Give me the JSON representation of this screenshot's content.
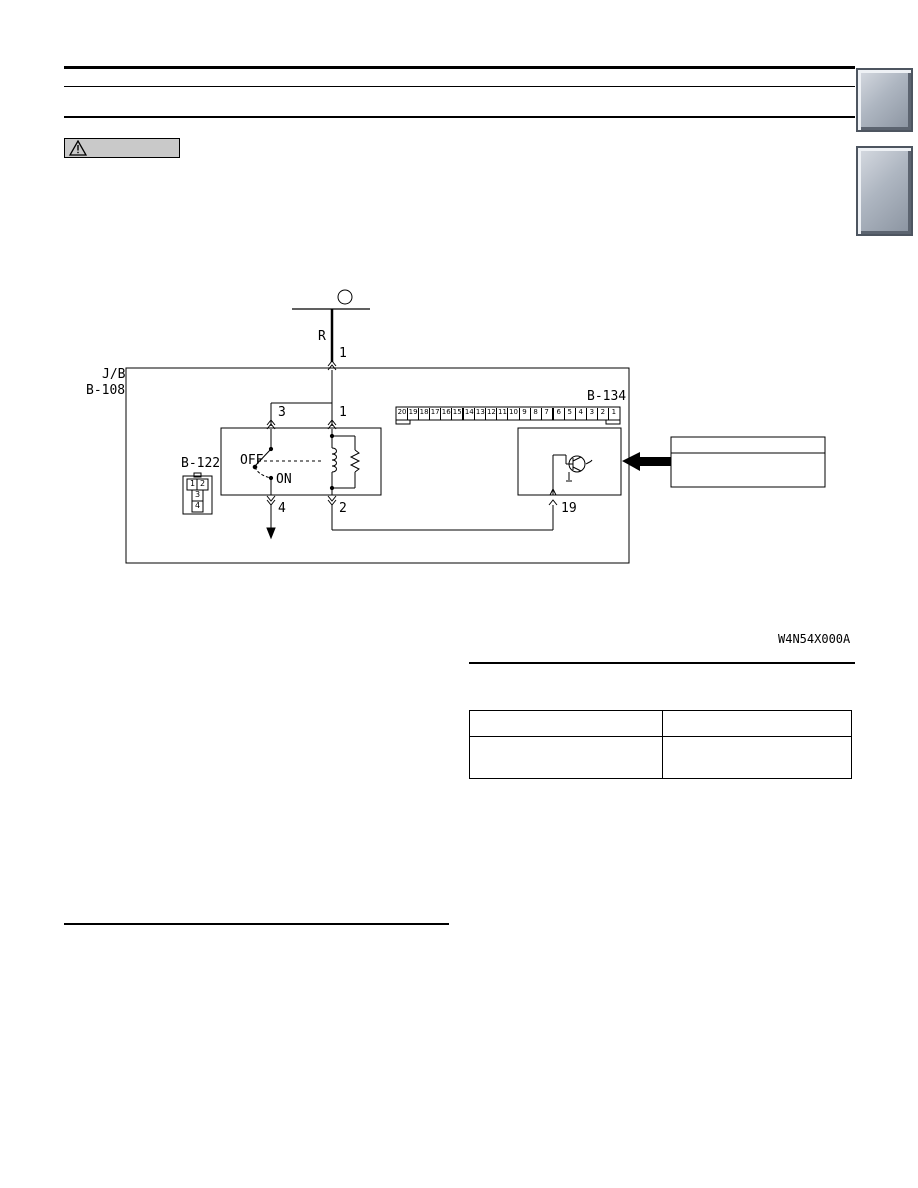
{
  "page": {
    "caution_label": "",
    "section_title_right": "",
    "section_title_left": ""
  },
  "diagram": {
    "power_source_label": "",
    "wire_color": "R",
    "pin_power_in": "1",
    "junction_block": "J/B",
    "junction_block_connector": "B-108",
    "relay_connector": "B-122",
    "relay_pin_3": "3",
    "relay_pin_1": "1",
    "relay_pin_4": "4",
    "relay_pin_2": "2",
    "switch_off": "OFF",
    "switch_on": "ON",
    "ecu_connector": "B-134",
    "ecu_pin": "19",
    "ecu_connector_pins": [
      "20",
      "19",
      "18",
      "17",
      "16",
      "15",
      "14",
      "13",
      "12",
      "11",
      "10",
      "9",
      "8",
      "7",
      "6",
      "5",
      "4",
      "3",
      "2",
      "1"
    ],
    "relay_terminal_face": [
      "1",
      "2",
      "3",
      "4"
    ],
    "callout_text": "",
    "figure_code": "W4N54X000A"
  },
  "spec_table": {
    "header": [
      "",
      ""
    ],
    "row": [
      "",
      ""
    ]
  }
}
